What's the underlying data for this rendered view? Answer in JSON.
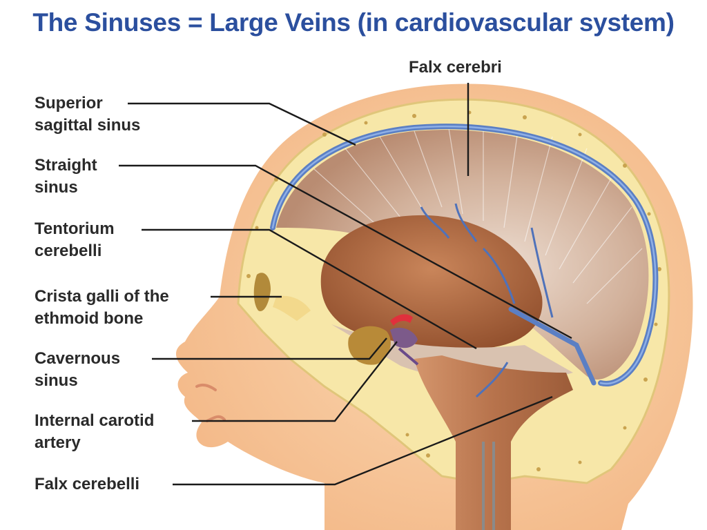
{
  "slide": {
    "title": "The Sinuses = Large Veins (in cardiovascular system)"
  },
  "diagram": {
    "labels": {
      "falx_cerebri": "Falx cerebri",
      "superior_sagittal_sinus": "Superior\nsagittal sinus",
      "straight_sinus": "Straight\nsinus",
      "tentorium_cerebelli": "Tentorium\ncerebelli",
      "crista_galli": "Crista galli of the\nethmoid bone",
      "cavernous_sinus": "Cavernous\nsinus",
      "internal_carotid_artery": "Internal carotid\nartery",
      "falx_cerebelli": "Falx cerebelli"
    },
    "colors": {
      "title": "#2b4f9e",
      "skin": "#f6c69a",
      "bone": "#f7e7a8",
      "membrane": "#c9a28a",
      "sinus_vein": "#5b7fc4",
      "cerebellar_tentorium": "#b66a3e",
      "artery": "#e0303c",
      "leader_line": "#1a1a1a"
    }
  }
}
